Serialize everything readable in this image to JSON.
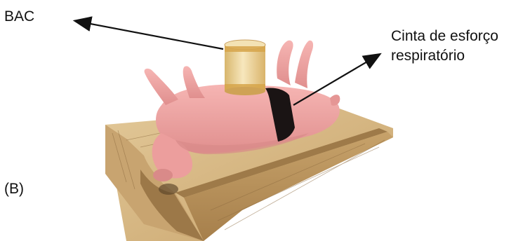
{
  "labels": {
    "bac": "BAC",
    "belt_line1": "Cinta de esforço",
    "belt_line2": "respiratório",
    "panel": "(B)"
  },
  "colors": {
    "wood_light": "#d8bd8a",
    "wood_dark": "#a98556",
    "wood_grain": "#8c6a3f",
    "pig_skin": "#f2a8a6",
    "pig_shadow": "#d98a89",
    "belt": "#1a1414",
    "bac_body": "#f0dca6",
    "bac_band": "#d6a54a",
    "arrow": "#111111"
  }
}
